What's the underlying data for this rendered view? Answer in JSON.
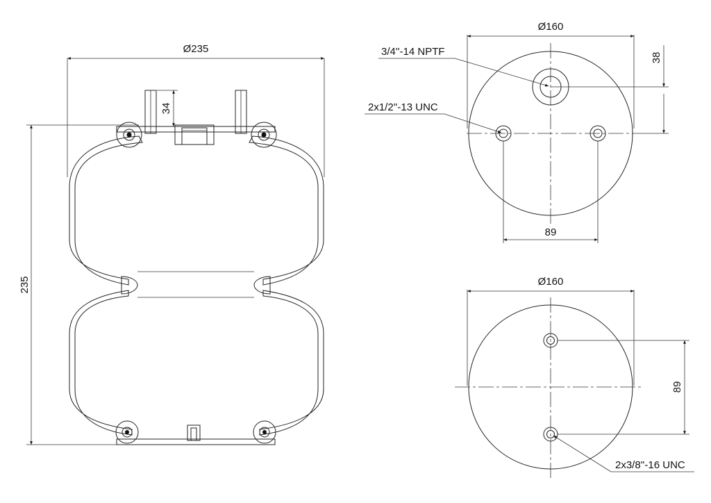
{
  "side_view": {
    "dia_label": "Ø235",
    "height_label": "235",
    "stud_label": "34"
  },
  "top_view": {
    "dia_label": "Ø160",
    "port_label": "3/4''-14 NPTF",
    "thread_label": "2x1/2''-13 UNC",
    "offset_label": "38",
    "spacing_label": "89"
  },
  "bottom_view": {
    "dia_label": "Ø160",
    "spacing_label": "89",
    "thread_label": "2x3/8''-16 UNC"
  }
}
